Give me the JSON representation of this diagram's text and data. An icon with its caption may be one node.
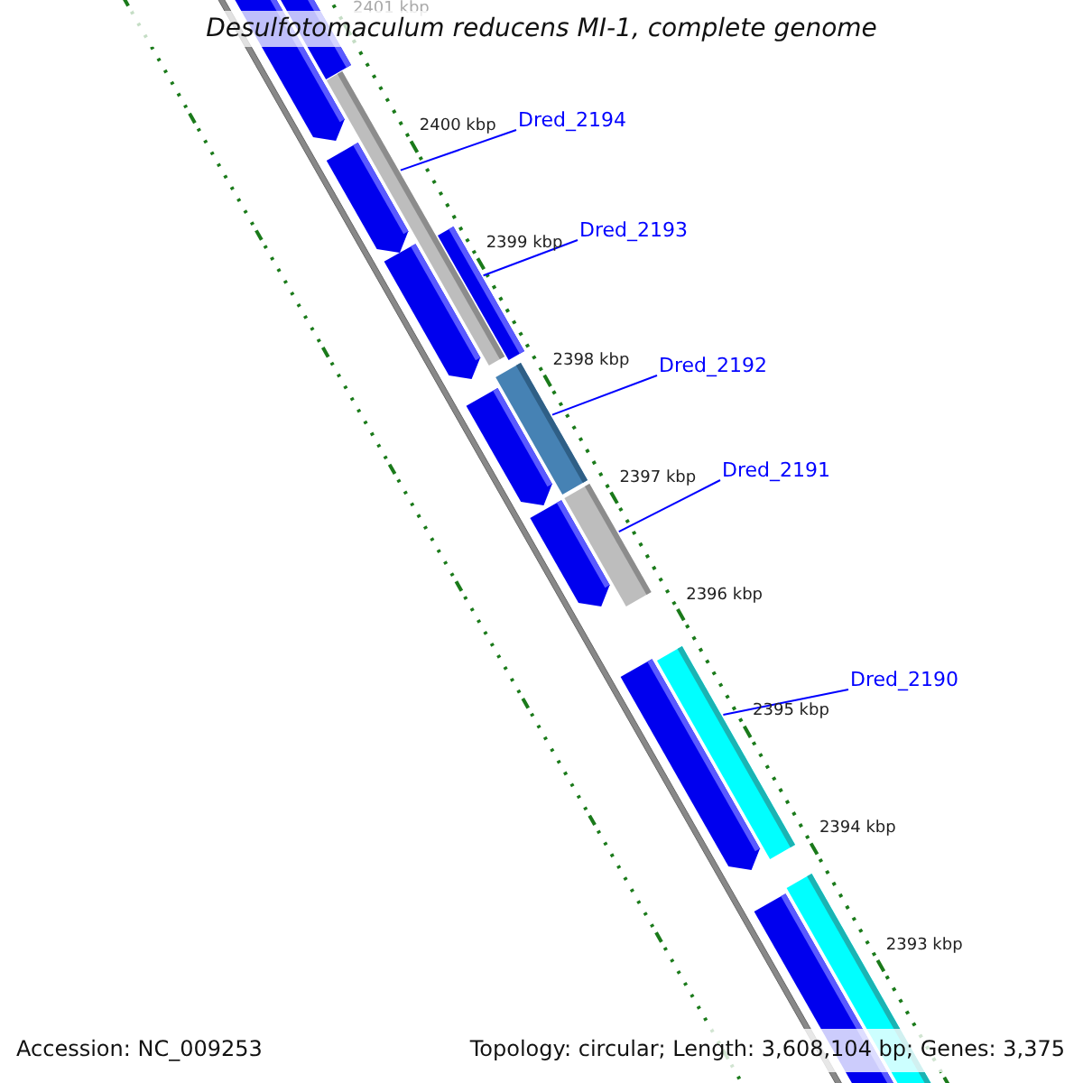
{
  "diagram": {
    "title": "Desulfotomaculum reducens MI-1, complete genome",
    "nodes": [
      {
        "text": [
          "Dred_2194"
        ]
      },
      {
        "text": [
          "Dred_2193"
        ]
      },
      {
        "text": [
          "Dred_2192"
        ]
      },
      {
        "text": [
          "Dred_2191"
        ]
      },
      {
        "text": [
          "Dred_2190"
        ]
      },
      {
        "text": [],
        "shape": "bar"
      },
      {
        "text": [],
        "shape": "bar"
      },
      {
        "text": [],
        "shape": "bar"
      },
      {
        "text": [],
        "shape": "bar"
      },
      {
        "text": [],
        "shape": "bar"
      }
    ],
    "edges": [
      {
        "from": 0,
        "to": 5,
        "arrow": "none"
      },
      {
        "from": 1,
        "to": 6,
        "arrow": "none"
      },
      {
        "from": 2,
        "to": 7,
        "arrow": "none"
      },
      {
        "from": 3,
        "to": 8,
        "arrow": "none"
      },
      {
        "from": 4,
        "to": 9,
        "arrow": "none"
      }
    ],
    "labels": [
      "2401 kbp",
      "2400 kbp",
      "2399 kbp",
      "2398 kbp",
      "2397 kbp",
      "2396 kbp",
      "2395 kbp",
      "2394 kbp",
      "2393 kbp",
      "Accession: NC_009253",
      "Topology: circular; Length: 3,608,104 bp; Genes: 3,375"
    ]
  }
}
